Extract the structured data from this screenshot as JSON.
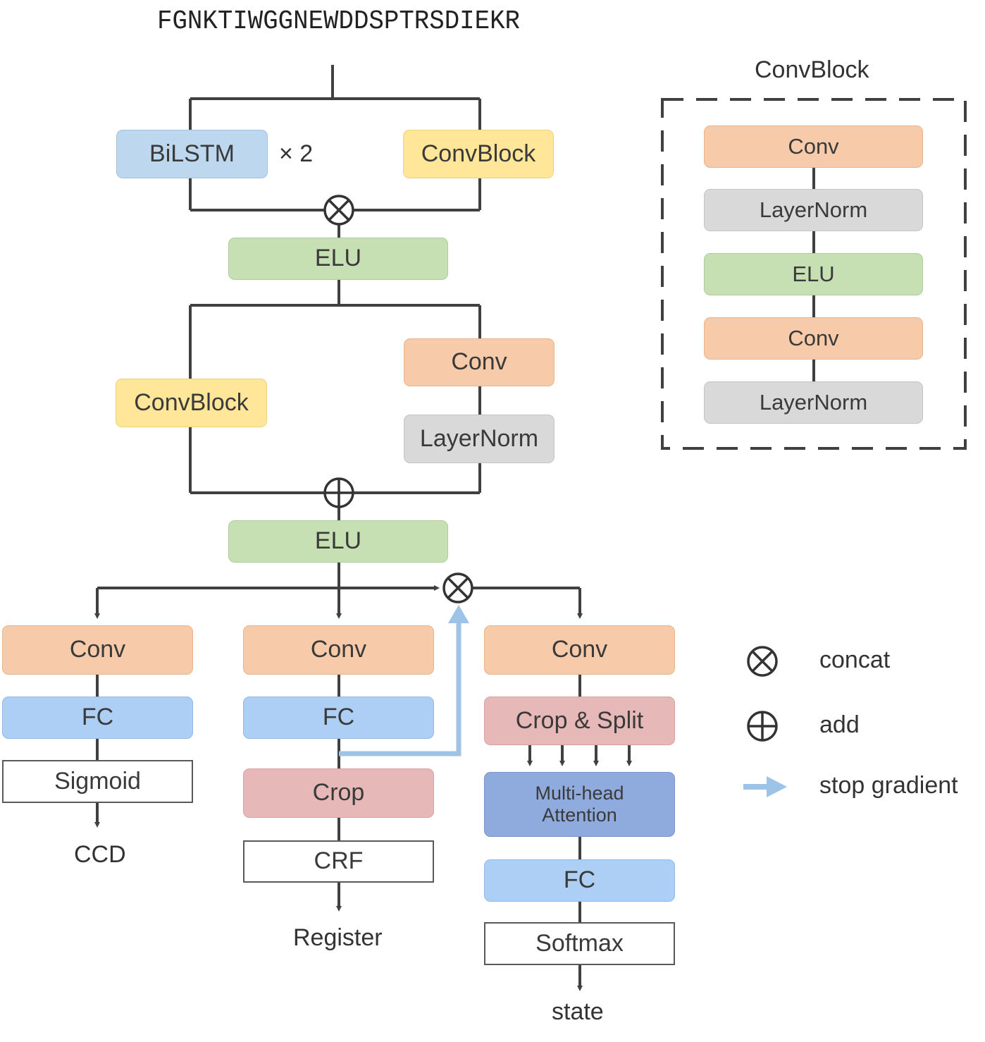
{
  "sequence": "FGNKTIWGGNEWDDSPTRSDIEKR",
  "top": {
    "bilstm": "BiLSTM",
    "repeat": "× 2",
    "convblock": "ConvBlock",
    "elu": "ELU"
  },
  "middle": {
    "convblock": "ConvBlock",
    "conv": "Conv",
    "layernorm": "LayerNorm",
    "elu": "ELU"
  },
  "heads": {
    "left": {
      "conv": "Conv",
      "fc": "FC",
      "act": "Sigmoid",
      "output": "CCD"
    },
    "center": {
      "conv": "Conv",
      "fc": "FC",
      "crop": "Crop",
      "crf": "CRF",
      "output": "Register"
    },
    "right": {
      "conv": "Conv",
      "crop_split": "Crop & Split",
      "attention_line1": "Multi-head",
      "attention_line2": "Attention",
      "fc": "FC",
      "act": "Softmax",
      "output": "state"
    }
  },
  "convblock_def": {
    "title": "ConvBlock",
    "layers": [
      "Conv",
      "LayerNorm",
      "ELU",
      "Conv",
      "LayerNorm"
    ]
  },
  "legend": {
    "concat": "concat",
    "add": "add",
    "stop_gradient": "stop gradient"
  },
  "colors": {
    "conv": "#f7cba9",
    "layernorm": "#d9d9d9",
    "elu": "#c6e0b4",
    "convblock": "#ffe699",
    "bilstm": "#bdd7ee",
    "fc": "#aecff5",
    "crop": "#e6b9b8",
    "attention": "#8faadc",
    "stop_gradient": "#9dc3e6",
    "line": "#404040"
  }
}
